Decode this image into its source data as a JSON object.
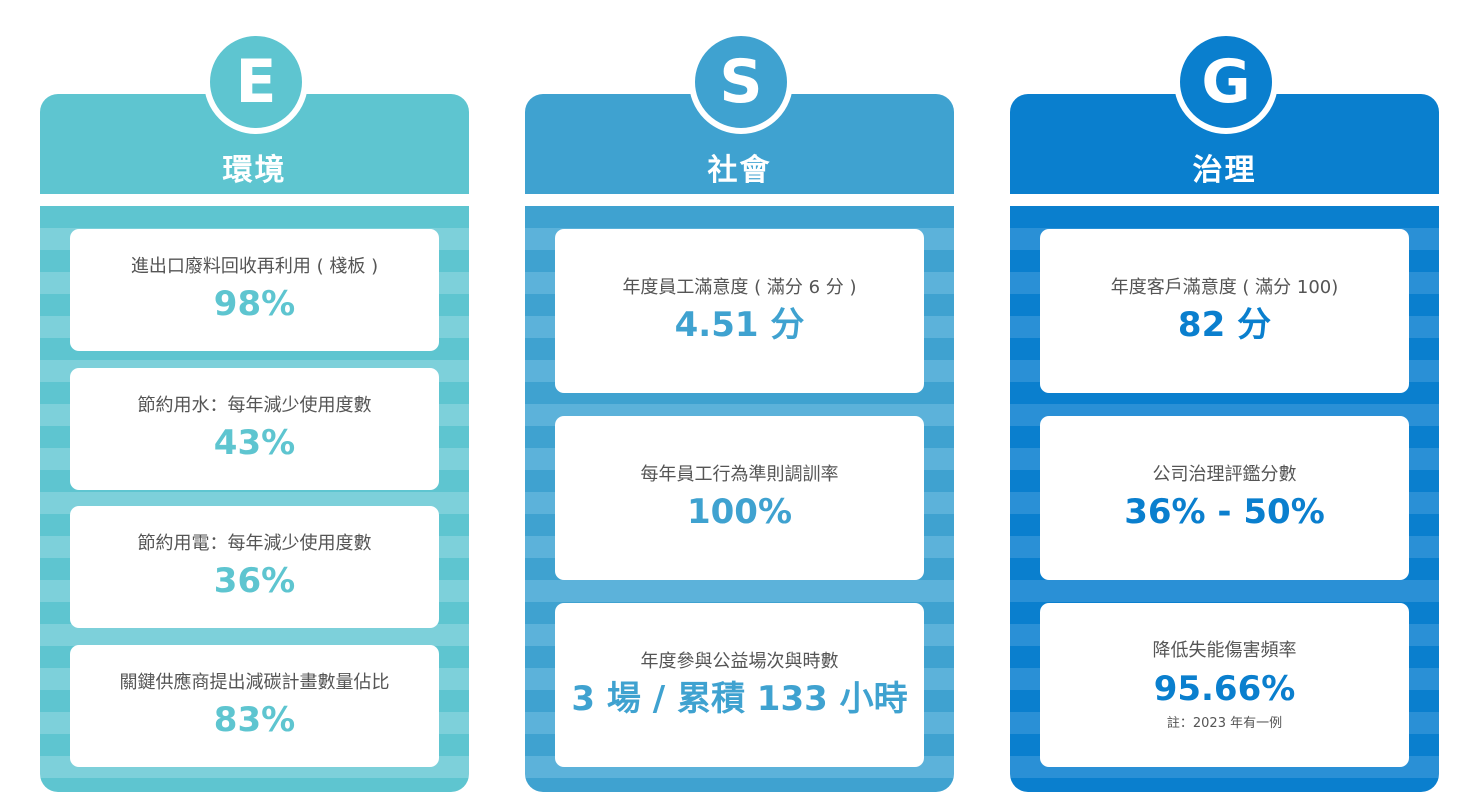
{
  "columns": [
    {
      "letter": "E",
      "title": "環境",
      "accent": "#5ec5d0",
      "cards": [
        {
          "label": "進出口廢料回收再利用 ( 棧板 )",
          "value": "98%"
        },
        {
          "label": "節約用水：每年減少使用度數",
          "value": "43%"
        },
        {
          "label": "節約用電：每年減少使用度數",
          "value": "36%"
        },
        {
          "label": "關鍵供應商提出減碳計畫數量佔比",
          "value": "83%"
        }
      ]
    },
    {
      "letter": "S",
      "title": "社會",
      "accent": "#3fa2d0",
      "cards": [
        {
          "label": "年度員工滿意度 ( 滿分 6 分 )",
          "value": "4.51 分"
        },
        {
          "label": "每年員工行為準則調訓率",
          "value": "100%"
        },
        {
          "label": "年度參與公益場次與時數",
          "value": "3 場 / 累積 133 小時"
        }
      ]
    },
    {
      "letter": "G",
      "title": "治理",
      "accent": "#0a7fce",
      "cards": [
        {
          "label": "年度客戶滿意度 ( 滿分 100)",
          "value": "82 分"
        },
        {
          "label": "公司治理評鑑分數",
          "value": "36% - 50%"
        },
        {
          "label": "降低失能傷害頻率",
          "value": "95.66%",
          "note": "註：2023 年有一例"
        }
      ]
    }
  ]
}
